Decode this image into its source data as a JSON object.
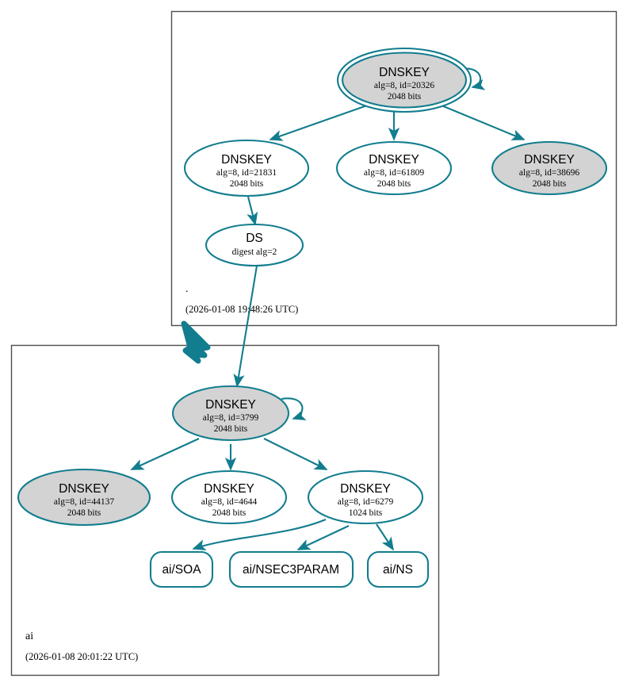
{
  "diagram": {
    "type": "dnssec-authentication-chain",
    "accent_color": "#127d8e",
    "node_fill_secure": "#d3d3d3",
    "node_fill_plain": "#ffffff",
    "cluster_stroke": "#4d4d4d"
  },
  "zones": [
    {
      "id": "root",
      "name": ".",
      "timestamp": "(2026-01-08 19:48:26 UTC)",
      "nodes": [
        {
          "id": "root-ksk-20326",
          "kind": "DNSKEY",
          "title": "DNSKEY",
          "line2": "alg=8, id=20326",
          "line3": "2048 bits",
          "shape": "doubleellipse",
          "filled": true,
          "self_signed": true
        },
        {
          "id": "root-zsk-21831",
          "kind": "DNSKEY",
          "title": "DNSKEY",
          "line2": "alg=8, id=21831",
          "line3": "2048 bits",
          "shape": "ellipse",
          "filled": false,
          "self_signed": false
        },
        {
          "id": "root-zsk-61809",
          "kind": "DNSKEY",
          "title": "DNSKEY",
          "line2": "alg=8, id=61809",
          "line3": "2048 bits",
          "shape": "ellipse",
          "filled": false,
          "self_signed": false
        },
        {
          "id": "root-zsk-38696",
          "kind": "DNSKEY",
          "title": "DNSKEY",
          "line2": "alg=8, id=38696",
          "line3": "2048 bits",
          "shape": "ellipse",
          "filled": true,
          "self_signed": false
        },
        {
          "id": "root-ds",
          "kind": "DS",
          "title": "DS",
          "line2": "digest alg=2",
          "line3": "",
          "shape": "ellipse",
          "filled": false,
          "self_signed": false
        }
      ]
    },
    {
      "id": "ai",
      "name": "ai",
      "timestamp": "(2026-01-08 20:01:22 UTC)",
      "nodes": [
        {
          "id": "ai-ksk-3799",
          "kind": "DNSKEY",
          "title": "DNSKEY",
          "line2": "alg=8, id=3799",
          "line3": "2048 bits",
          "shape": "ellipse",
          "filled": true,
          "self_signed": true
        },
        {
          "id": "ai-key-44137",
          "kind": "DNSKEY",
          "title": "DNSKEY",
          "line2": "alg=8, id=44137",
          "line3": "2048 bits",
          "shape": "ellipse",
          "filled": true,
          "self_signed": false
        },
        {
          "id": "ai-key-4644",
          "kind": "DNSKEY",
          "title": "DNSKEY",
          "line2": "alg=8, id=4644",
          "line3": "2048 bits",
          "shape": "ellipse",
          "filled": false,
          "self_signed": false
        },
        {
          "id": "ai-key-6279",
          "kind": "DNSKEY",
          "title": "DNSKEY",
          "line2": "alg=8, id=6279",
          "line3": "1024 bits",
          "shape": "ellipse",
          "filled": false,
          "self_signed": false
        }
      ],
      "rrsets": [
        {
          "id": "ai-soa",
          "label": "ai/SOA"
        },
        {
          "id": "ai-nsec3param",
          "label": "ai/NSEC3PARAM"
        },
        {
          "id": "ai-ns",
          "label": "ai/NS"
        }
      ]
    }
  ],
  "edges": [
    {
      "from": "root-ksk-20326",
      "to": "root-ksk-20326",
      "rel": "self-sign"
    },
    {
      "from": "root-ksk-20326",
      "to": "root-zsk-21831",
      "rel": "signs"
    },
    {
      "from": "root-ksk-20326",
      "to": "root-zsk-61809",
      "rel": "signs"
    },
    {
      "from": "root-ksk-20326",
      "to": "root-zsk-38696",
      "rel": "signs"
    },
    {
      "from": "root-zsk-21831",
      "to": "root-ds",
      "rel": "signs"
    },
    {
      "from": "root-ds",
      "to": "ai-ksk-3799",
      "rel": "delegates"
    },
    {
      "from": "root",
      "to": "ai",
      "rel": "zone-delegation"
    },
    {
      "from": "ai-ksk-3799",
      "to": "ai-ksk-3799",
      "rel": "self-sign"
    },
    {
      "from": "ai-ksk-3799",
      "to": "ai-key-44137",
      "rel": "signs"
    },
    {
      "from": "ai-ksk-3799",
      "to": "ai-key-4644",
      "rel": "signs"
    },
    {
      "from": "ai-ksk-3799",
      "to": "ai-key-6279",
      "rel": "signs"
    },
    {
      "from": "ai-key-6279",
      "to": "ai-soa",
      "rel": "signs"
    },
    {
      "from": "ai-key-6279",
      "to": "ai-nsec3param",
      "rel": "signs"
    },
    {
      "from": "ai-key-6279",
      "to": "ai-ns",
      "rel": "signs"
    }
  ]
}
